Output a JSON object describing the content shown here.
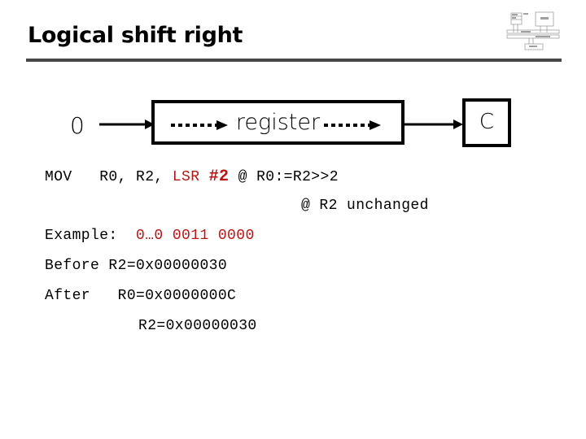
{
  "slide": {
    "title": "Logical shift right",
    "accent_red": "#bb1414",
    "rule_color": "#484848"
  },
  "logo": {
    "name": "block-diagram-thumbnail",
    "alt": "system block diagram"
  },
  "diagram": {
    "input_label": "0",
    "register_label": "register",
    "carry_label": "C",
    "carry_box_name": "carry-flag-box"
  },
  "code": {
    "line1": {
      "mnemonic": "MOV",
      "operand1": "R0,",
      "operand2": "R2,",
      "shift_op": "LSR",
      "shift_amount": "#2",
      "comment": "@ R0:=R2>>2"
    },
    "line2": {
      "comment": "@ R2 unchanged"
    },
    "line3": {
      "label": "Example:",
      "binary": "0…0 0011 0000"
    },
    "line4": {
      "label": "Before",
      "value": "R2=0x00000030"
    },
    "line5": {
      "label": "After",
      "value": "R0=0x0000000C"
    },
    "line6": {
      "value": "R2=0x00000030"
    }
  }
}
